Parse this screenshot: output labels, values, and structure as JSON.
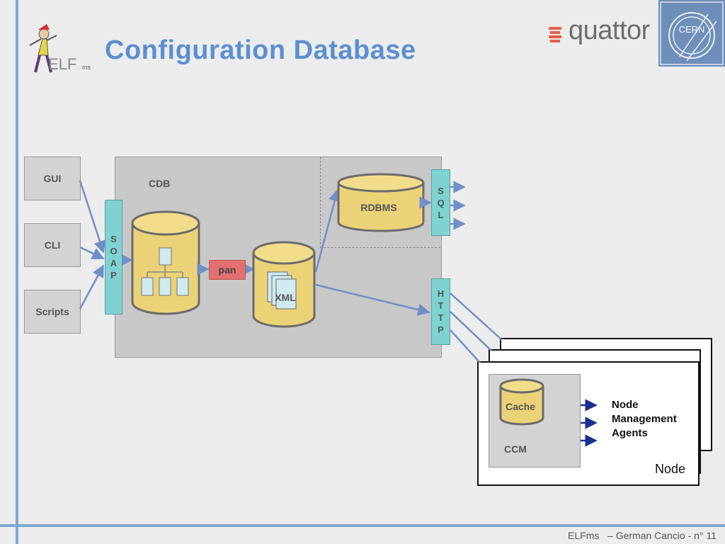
{
  "header": {
    "title": "Configuration Database"
  },
  "logos": {
    "quattor": "quattor",
    "cern": "CERN",
    "elf": "ELF",
    "elf_sub": "ms"
  },
  "clients": {
    "gui": "GUI",
    "cli": "CLI",
    "scripts": "Scripts"
  },
  "cdb": {
    "label": "CDB",
    "soap": [
      "S",
      "O",
      "A",
      "P"
    ],
    "pan": "pan",
    "xml": "XML",
    "rdbms": "RDBMS",
    "sql": [
      "S",
      "Q",
      "L"
    ],
    "http": [
      "H",
      "T",
      "T",
      "P"
    ]
  },
  "node": {
    "cache": "Cache",
    "ccm": "CCM",
    "agents": [
      "Node",
      "Management",
      "Agents"
    ],
    "label": "Node"
  },
  "footer": {
    "text": "ELFms   – German Cancio - n° 11"
  },
  "colors": {
    "accent": "#5b8fd0",
    "arrow": "#6f8fc8",
    "cylinder": "#ecd277",
    "bar": "#7fd2d2",
    "pan": "#e37070",
    "agent_arrow": "#1b2f8f"
  }
}
